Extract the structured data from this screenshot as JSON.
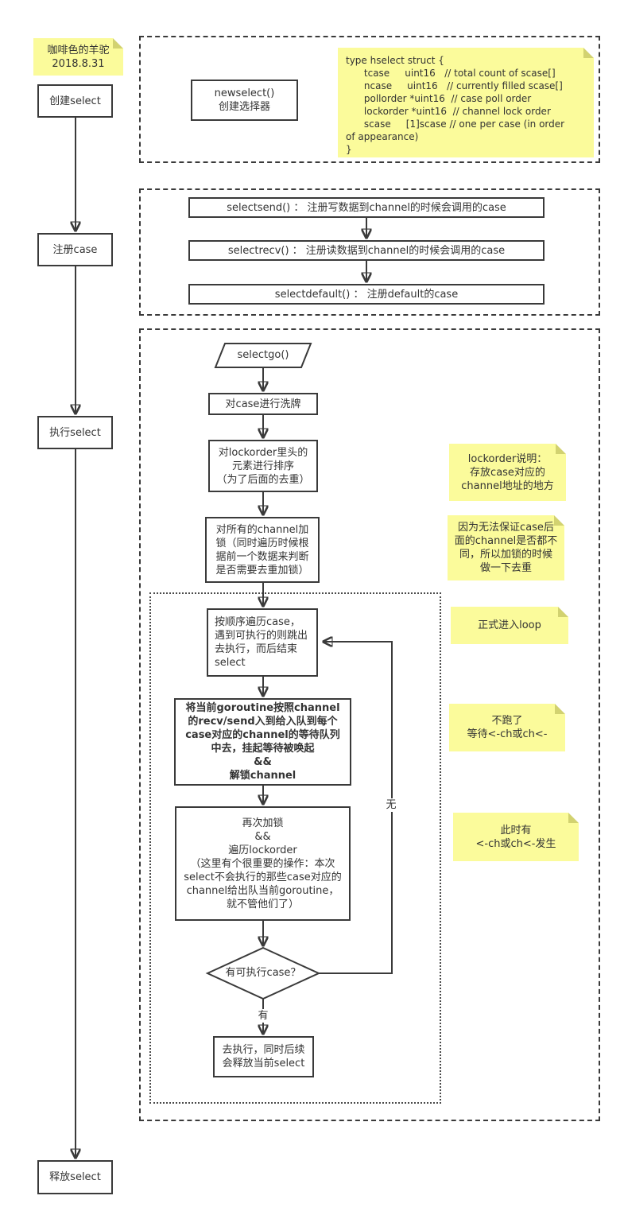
{
  "colors": {
    "canvas_bg": "#ffffff",
    "sticky_bg": "#fbfb9b",
    "sticky_fold": "#d2d270",
    "line": "#3a3a3a",
    "text": "#333333"
  },
  "author_note": {
    "name": "咖啡色的羊驼",
    "date": "2018.8.31"
  },
  "left_flow": {
    "create": "创建select",
    "register": "注册case",
    "execute": "执行select",
    "release": "释放select"
  },
  "create_section": {
    "newselect_box": "newselect()\n创建选择器",
    "struct_note": "type hselect struct {\n      tcase     uint16   // total count of scase[]\n      ncase     uint16   // currently filled scase[]\n      pollorder *uint16  // case poll order\n      lockorder *uint16  // channel lock order\n      scase     [1]scase // one per case (in order\nof appearance)\n}"
  },
  "register_section": {
    "selectsend": "selectsend() ： 注册写数据到channel的时候会调用的case",
    "selectrecv": "selectrecv() ： 注册读数据到channel的时候会调用的case",
    "selectdefault": "selectdefault() ： 注册default的case"
  },
  "execute_section": {
    "selectgo": "selectgo()",
    "shuffle": "对case进行洗牌",
    "sort_lockorder": "对lockorder里头的\n元素进行排序\n（为了后面的去重）",
    "lock_channels": "对所有的channel加\n锁（同时遍历时候根\n据前一个数据来判断\n是否需要去重加锁）",
    "loop_traverse": "按顺序遍历case，\n遇到可执行的则跳出\n去执行，而后结束\nselect",
    "enqueue_goroutine": "将当前goroutine按照channel\n的recv/send入到给入队到每个\ncase对应的channel的等待队列\n中去，挂起等待被唤起\n&&\n解锁channel",
    "relock_traverse": "再次加锁\n&&\n遍历lockorder\n（这里有个很重要的操作：本次\nselect不会执行的那些case对应的\nchannel给出队当前goroutine，\n就不管他们了）",
    "decision": "有可执行case？",
    "yes_label": "有",
    "no_label": "无",
    "execute_case": "去执行，同时后续\n会释放当前select"
  },
  "side_notes": {
    "lockorder": "lockorder说明：\n存放case对应的\nchannel地址的地方",
    "dedup": "因为无法保证case后\n面的channel是否都不\n同，所以加锁的时候\n做一下去重",
    "loop": "正式进入loop",
    "wait": "不跑了\n等待<-ch或ch<-",
    "wake": "此时有\n<-ch或ch<-发生"
  }
}
